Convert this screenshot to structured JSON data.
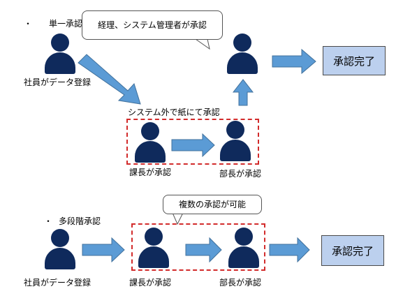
{
  "section1": {
    "bullet": "・",
    "title": "単一承認",
    "callout": "経理、システム管理者が承認",
    "employee_label": "社員がデータ登録",
    "paper_label": "システム外で紙にて承認",
    "section_chief_label": "課長が承認",
    "dept_head_label": "部長が承認",
    "result": "承認完了"
  },
  "section2": {
    "bullet": "・",
    "title": "多段階承認",
    "callout": "複数の承認が可能",
    "employee_label": "社員がデータ登録",
    "section_chief_label": "課長が承認",
    "dept_head_label": "部長が承認",
    "result": "承認完了"
  },
  "colors": {
    "person": "#0f2a5c",
    "arrow_fill": "#5b9bd5",
    "arrow_stroke": "#41719c",
    "result_box": "#bcd0ee",
    "dashed_border": "#d22b2b"
  }
}
